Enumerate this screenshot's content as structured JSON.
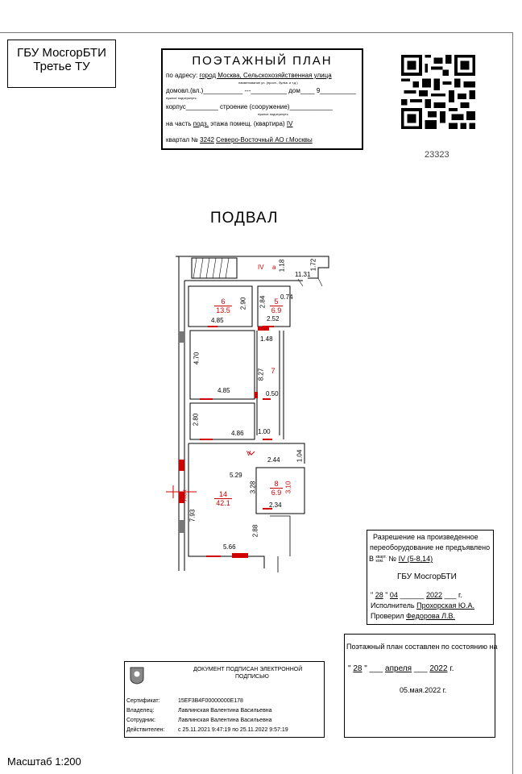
{
  "organization": {
    "line1": "ГБУ МосгорБТИ",
    "line2": "Третье ТУ"
  },
  "title_block": {
    "title": "ПОЭТАЖНЫЙ ПЛАН",
    "address_label": "по адресу:",
    "address_value": "город Москва, Сельскохозяйственная улица",
    "address_hint": "наименование ул. (просп., бульв. и т.д.)",
    "domovl_label": "домовл.(вл.)",
    "domovl_value": "---",
    "dom_label": "дом",
    "dom_value": "9",
    "domovl_hint": "нужное подчеркнуть",
    "korpus_label": "корпус",
    "stroenie_label": "строение (сооружение)",
    "stroenie_hint": "нужное подчеркнуть",
    "part_label": "на часть",
    "part_value": "подз.",
    "floor_label": "этажа помещ. (квартира)",
    "floor_value": "IV",
    "quarter_label": "квартал №",
    "quarter_value": "3242",
    "district": "Северо-Восточный АО г.Москвы"
  },
  "doc_code": "23323",
  "floor_title": "ПОДВАЛ",
  "plan": {
    "dims": [
      "1.18",
      "11.31",
      "1.72",
      "0.74",
      "2.90",
      "4.85",
      "2.84",
      "2.52",
      "1.48",
      "4.70",
      "8.27",
      "4.85",
      "0.50",
      "2.80",
      "4.86",
      "1.00",
      "1.04",
      "2.44",
      "5.29",
      "3.28",
      "3.10",
      "2.34",
      "7.93",
      "2.88",
      "5.66"
    ],
    "rooms": [
      {
        "num": "6",
        "area": "13.5"
      },
      {
        "num": "5",
        "area": "6.9"
      },
      {
        "num": "7",
        "area": ""
      },
      {
        "num": "14",
        "area": "42.1"
      },
      {
        "num": "8",
        "area": "6.9"
      }
    ],
    "label_iv": "IV",
    "label_a": "а",
    "label_v": "V",
    "label_lyuk": "люк"
  },
  "permit": {
    "line1": "Разрешение на произведенное",
    "line2": "переоборудование не предъявлено",
    "v": "В",
    "kv_top": "кварт.",
    "kv_bottom": "ком.",
    "no": "№",
    "rooms": "IV (5-8,14)",
    "org": "ГБУ МосгорБТИ",
    "day": "28",
    "month": "04",
    "year": "2022",
    "g": "г.",
    "executor_label": "Исполнитель",
    "executor": "Прохорская Ю.А.",
    "checker_label": "Проверил",
    "checker": "Федорова Л.В."
  },
  "state_box": {
    "line1": "Поэтажный план составлен по состоянию на",
    "day": "28",
    "month": "апреля",
    "year": "2022",
    "g": "г.",
    "issued": "05.мая.2022 г."
  },
  "esign": {
    "title_line1": "ДОКУМЕНТ ПОДПИСАН ЭЛЕКТРОННОЙ",
    "title_line2": "ПОДПИСЬЮ",
    "cert_label": "Сертификат:",
    "cert": "15EF3B4F00000000E178",
    "owner_label": "Владелец:",
    "owner": "Лавлинская Валентина Васильевна",
    "employee_label": "Сотрудник:",
    "employee": "Лавлинская Валентина Васильевна",
    "valid_label": "Действителен:",
    "valid": "с 25.11.2021 9:47:19 по 25.11.2022 9:57:19"
  },
  "scale": "Масштаб 1:200"
}
